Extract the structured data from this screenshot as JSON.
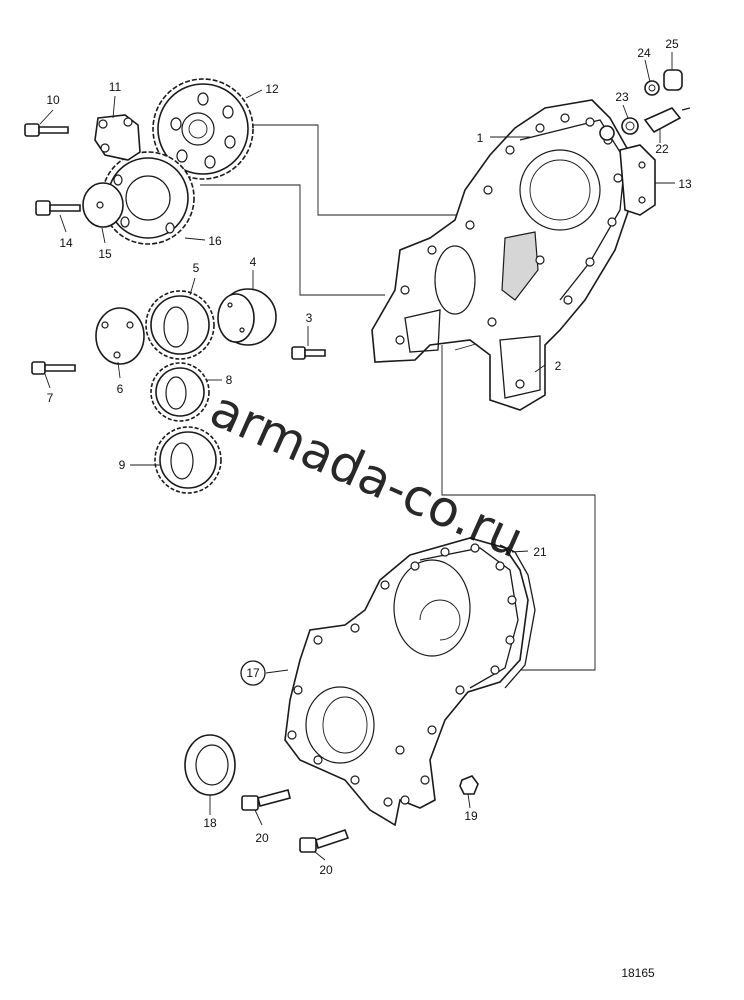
{
  "diagram": {
    "drawing_number": "18165",
    "watermark": "armada-co.ru",
    "watermark_color": "#e48fc2",
    "callouts": [
      "1",
      "2",
      "3",
      "4",
      "5",
      "6",
      "7",
      "8",
      "9",
      "10",
      "11",
      "12",
      "13",
      "14",
      "15",
      "16",
      "17",
      "18",
      "19",
      "20",
      "20",
      "21",
      "22",
      "23",
      "24",
      "25"
    ],
    "circled_callout": "17"
  }
}
